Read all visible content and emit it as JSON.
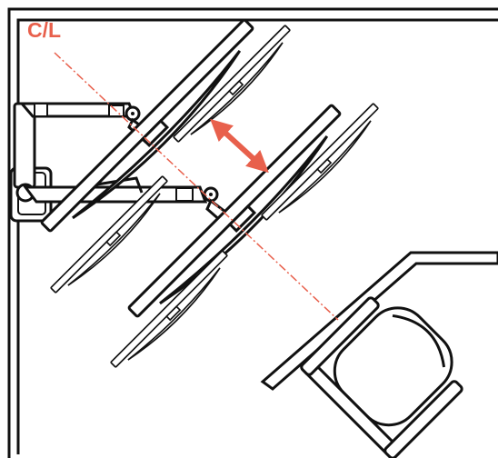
{
  "labels": {
    "centerline": "C/L"
  },
  "colors": {
    "accent": "#e8604c",
    "ink": "#111111",
    "background": "#ffffff"
  },
  "icons": {
    "double_arrow": "double-headed-arrow",
    "chair": "office-chair"
  }
}
